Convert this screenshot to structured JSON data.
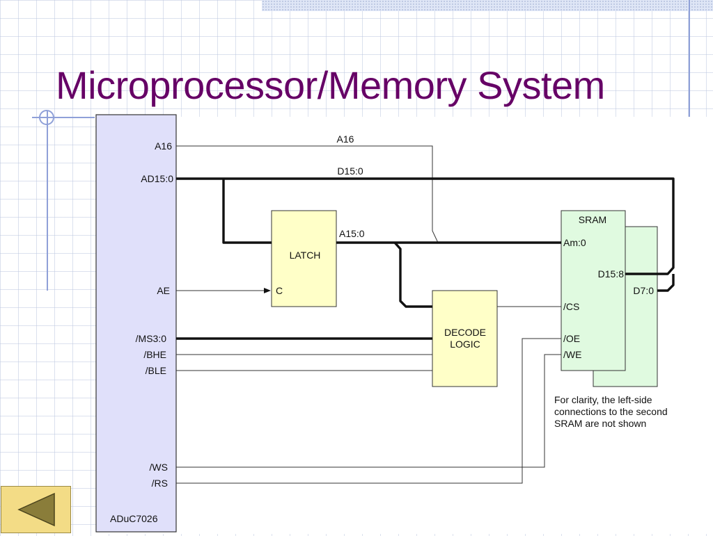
{
  "slide": {
    "title": "Microprocessor/Memory System"
  },
  "diagram": {
    "cpu": {
      "name": "ADuC7026",
      "pins": {
        "a16": "A16",
        "ad15_0": "AD15:0",
        "ae": "AE",
        "ms3_0": "/MS3:0",
        "bhe": "/BHE",
        "ble": "/BLE",
        "ws": "/WS",
        "rs": "/RS"
      }
    },
    "latch": {
      "name": "LATCH",
      "pin_c": "C"
    },
    "decode": {
      "line1": "DECODE",
      "line2": "LOGIC"
    },
    "sram": {
      "name": "SRAM",
      "pins": {
        "am0": "Am:0",
        "d15_8": "D15:8",
        "cs": "/CS",
        "oe": "/OE",
        "we": "/WE"
      },
      "second_pin": "D7:0"
    },
    "buses": {
      "a16": "A16",
      "d15_0": "D15:0",
      "a15_0": "A15:0"
    },
    "note": {
      "line1": "For clarity, the left-side",
      "line2": "connections to the second",
      "line3": "SRAM are not shown"
    }
  },
  "nav": {
    "back_icon": "triangle-left-icon"
  },
  "colors": {
    "title": "#660066",
    "cpu_fill": "#e0e0fa",
    "latch_fill": "#ffffc8",
    "sram_fill": "#e0fae0",
    "nav_fill": "#f3dc86",
    "nav_arrow": "#8a7d3a"
  }
}
